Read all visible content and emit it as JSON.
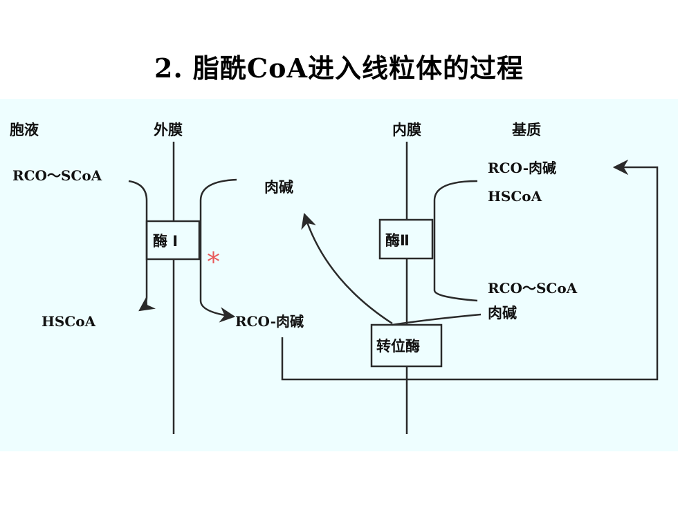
{
  "title": "2. 脂酰CoA进入线粒体的过程",
  "regions": {
    "cytosol": "胞液",
    "outer_membrane": "外膜",
    "inner_membrane": "内膜",
    "matrix": "基质"
  },
  "enzymes": {
    "enzyme1": "酶 I",
    "enzyme2": "酶Ⅱ",
    "translocase": "转位酶"
  },
  "labels": {
    "cyto_acylcoa": "RCO～SCoA",
    "cyto_hscoa": "HSCoA",
    "ims_carnitine": "肉碱",
    "ims_acylcarnitine": "RCO-肉碱",
    "matrix_acylcarnitine": "RCO-肉碱",
    "matrix_hscoa": "HSCoA",
    "matrix_acylcoa": "RCO～SCoA",
    "matrix_carnitine": "肉碱"
  },
  "marker": "*",
  "colors": {
    "panel_bg": "#eefeff",
    "line": "#2a2a2a",
    "marker": "#e85a5a"
  }
}
